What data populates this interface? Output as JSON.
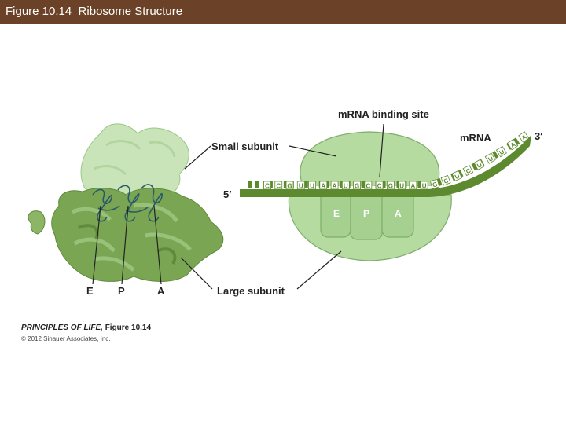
{
  "title": "Figure 10.14  Ribosome Structure",
  "labels": {
    "mrna_binding_site": "mRNA binding site",
    "mrna": "mRNA",
    "three_prime": "3′",
    "five_prime": "5′",
    "small_subunit": "Small subunit",
    "large_subunit": "Large subunit",
    "site_e": "E",
    "site_p": "P",
    "site_a": "A",
    "model_e": "E",
    "model_p": "P",
    "model_a": "A"
  },
  "mrna_sequence": [
    "C",
    "C",
    "G",
    "U",
    "U",
    "A",
    "A",
    "U",
    "G",
    "C",
    "C",
    "G",
    "U",
    "A",
    "U",
    "G",
    "C",
    "U",
    "C",
    "U",
    "U",
    "U",
    "A",
    "A"
  ],
  "credit": {
    "book": "PRINCIPLES OF LIFE,",
    "figure": "Figure 10.14",
    "copyright": "© 2012 Sinauer Associates, Inc."
  },
  "colors": {
    "title_bar": "#6b4227",
    "subunit_fill": "#b5dba0",
    "subunit_stroke": "#7fae6a",
    "mrna_green": "#5d8a2e",
    "model_light": "#c6e2b6",
    "model_dark": "#6d9e46"
  }
}
